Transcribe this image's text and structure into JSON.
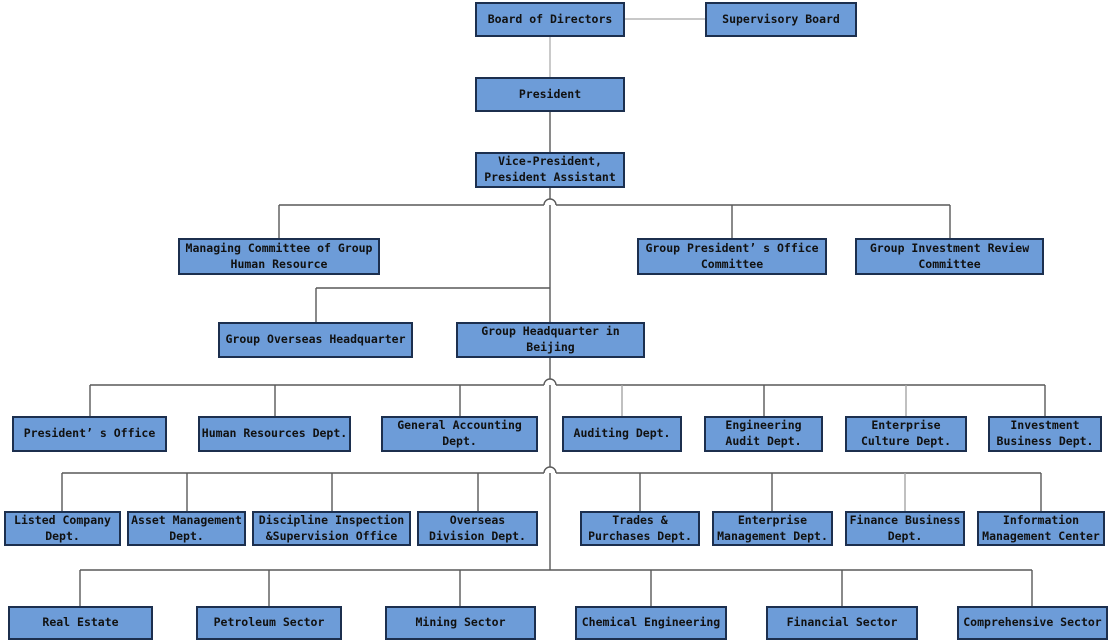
{
  "colors": {
    "node_fill": "#6D9CD8",
    "node_border": "#1C2F4E",
    "line": "#595959",
    "line_light": "#A6A6A6",
    "text": "#111111",
    "background": "#FFFFFF"
  },
  "org_chart": {
    "type": "organization-chart",
    "nodes": {
      "board_of_directors": {
        "label": "Board of Directors"
      },
      "supervisory_board": {
        "label": "Supervisory Board"
      },
      "president": {
        "label": "President"
      },
      "vice_president": {
        "label": "Vice-President, President Assistant"
      },
      "managing_committee_hr": {
        "label": "Managing Committee of Group Human Resource"
      },
      "group_presidents_office_committee": {
        "label": "Group President’ s Office Committee"
      },
      "group_investment_review_committee": {
        "label": "Group Investment Review Committee"
      },
      "group_overseas_headquarter": {
        "label": "Group Overseas Headquarter"
      },
      "group_headquarter_beijing": {
        "label": "Group Headquarter in Beijing"
      },
      "presidents_office": {
        "label": "President’ s Office"
      },
      "human_resources": {
        "label": "Human Resources Dept."
      },
      "general_accounting": {
        "label": "General Accounting Dept."
      },
      "auditing": {
        "label": "Auditing Dept."
      },
      "engineering_audit": {
        "label": "Engineering Audit Dept."
      },
      "enterprise_culture": {
        "label": "Enterprise Culture Dept."
      },
      "investment_business": {
        "label": "Investment Business Dept."
      },
      "listed_company": {
        "label": "Listed Company Dept."
      },
      "asset_management": {
        "label": "Asset Management Dept."
      },
      "discipline_inspection": {
        "label": "Discipline Inspection &Supervision Office"
      },
      "overseas_division": {
        "label": "Overseas Division Dept."
      },
      "trades_purchases": {
        "label": "Trades & Purchases Dept."
      },
      "enterprise_management": {
        "label": "Enterprise Management Dept."
      },
      "finance_business": {
        "label": "Finance Business Dept."
      },
      "information_management": {
        "label": "Information Management Center"
      },
      "real_estate": {
        "label": "Real Estate"
      },
      "petroleum_sector": {
        "label": "Petroleum Sector"
      },
      "mining_sector": {
        "label": "Mining Sector"
      },
      "chemical_engineering": {
        "label": "Chemical Engineering"
      },
      "financial_sector": {
        "label": "Financial Sector"
      },
      "comprehensive_sector": {
        "label": "Comprehensive Sector"
      }
    }
  }
}
